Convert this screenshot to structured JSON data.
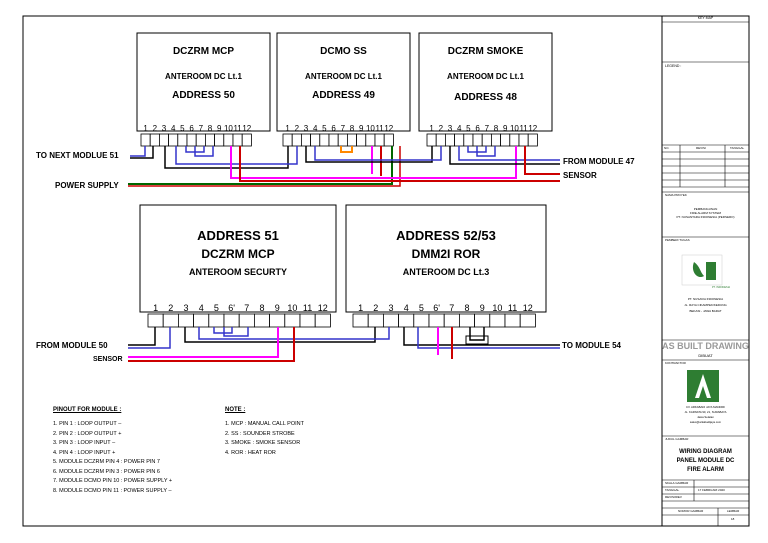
{
  "modules_top": [
    {
      "name": "DCZRM MCP",
      "location": "ANTEROOM DC Lt.1",
      "address": "ADDRESS 50"
    },
    {
      "name": "DCMO SS",
      "location": "ANTEROOM DC Lt.1",
      "address": "ADDRESS 49"
    },
    {
      "name": "DCZRM SMOKE",
      "location": "ANTEROOM DC Lt.1",
      "address": "ADDRESS 48"
    }
  ],
  "modules_bottom": [
    {
      "address": "ADDRESS 51",
      "name": "DCZRM MCP",
      "location": "ANTEROOM SECURTY"
    },
    {
      "address": "ADDRESS 52/53",
      "name": "DMM2I ROR",
      "location": "ANTEROOM DC Lt.3"
    }
  ],
  "pins_small": [
    "1",
    "2",
    "3",
    "4",
    "5",
    "6",
    "7",
    "8",
    "9",
    "10",
    "11",
    "12"
  ],
  "pins_bottom_left": [
    "1",
    "2",
    "3",
    "4",
    "5",
    "6'",
    "7",
    "8",
    "9",
    "10",
    "11",
    "12"
  ],
  "pins_bottom_right": [
    "1",
    "2",
    "3",
    "4",
    "5",
    "6'",
    "7",
    "8",
    "9",
    "10",
    "11",
    "12"
  ],
  "labels": {
    "to_next_module": "TO NEXT MODLUE 51",
    "power_supply": "POWER SUPPLY",
    "from_module_47": "FROM MODULE 47",
    "sensor_top": "SENSOR",
    "from_module_50": "FROM MODULE 50",
    "sensor_bottom": "SENSOR",
    "to_module_54": "TO MODULE 54"
  },
  "pinout": {
    "title": "PINOUT FOR MODULE :",
    "items": [
      "1.   PIN 1 : LOOP OUTPUT –",
      "2.   PIN 2 : LOOP OUTPUT +",
      "3.   PIN 3 : LOOP INPUT –",
      "4.   PIN 4 : LOOP INPUT +",
      "5.   MODULE DCZRM PIN 4 : POWER PIN 7",
      "6.   MODULE DCZRM PIN 3 : POWER PIN 6",
      "7.   MODULE DCMO PIN 10 : POWER SUPPLY +",
      "8.    MODULE DCMO PIN 11 : POWER SUPPLY –"
    ]
  },
  "note": {
    "title": "NOTE :",
    "items": [
      "1. MCP : MANUAL CALL POINT",
      "2. SS : SOUNDER STROBE",
      "3. SMOKE : SMOKE SENSOR",
      "4. ROR : HEAT ROR"
    ]
  },
  "title_block": {
    "key_map": "KEY MAP",
    "legend": "LEGEND :",
    "revision_headers": [
      "NO.",
      "REVISI",
      "TANGGAL"
    ],
    "owner_label": "NAMA PROYEK",
    "owner_lines": [
      "PEMBANGUNAN",
      "FIRE ALARM SYSTEM",
      "PT. NUSANTARA INDONESIA (PERSERO)"
    ],
    "employer_label": "PEMBERI TUGAS",
    "company_logo_text": "PT. INDONESIA",
    "company_lines": [
      "PT. NUSAVIA INDONESIA",
      "JL. RAYA CIKAMPEK/KEDUNG",
      "BEKASI - JAWA BARAT"
    ],
    "as_built": "AS BUILT DRAWING",
    "dibuat": "DIBUAT",
    "consultant_label": "KONTRAKTOR",
    "consultant_lines": [
      "CV. ARKABADI JAYA MANDIRI",
      "JL. KARNATA 90, 21, SURABAYA",
      "Jawa Selatan",
      "sales@arkabadijaya.com"
    ],
    "drawing_label": "JUDUL GAMBAR",
    "drawing_title": [
      "WIRING DIAGRAM",
      "PANEL MODULE DC",
      "FIRE ALARM"
    ],
    "scale_label": "SKALA GAMBAR",
    "date_label": "TANGGAL",
    "date_value": "17 FEBRUARI 2020",
    "revision_label": "REVISI/REV",
    "drawing_no_label": "NOMOR GAMBAR",
    "sheet_label": "LEMBAR",
    "sheet_value": "18"
  },
  "colors": {
    "blue": "#3333cc",
    "red": "#cc0000",
    "magenta": "#ff00ff",
    "green": "#006600",
    "orange": "#ff8800"
  }
}
